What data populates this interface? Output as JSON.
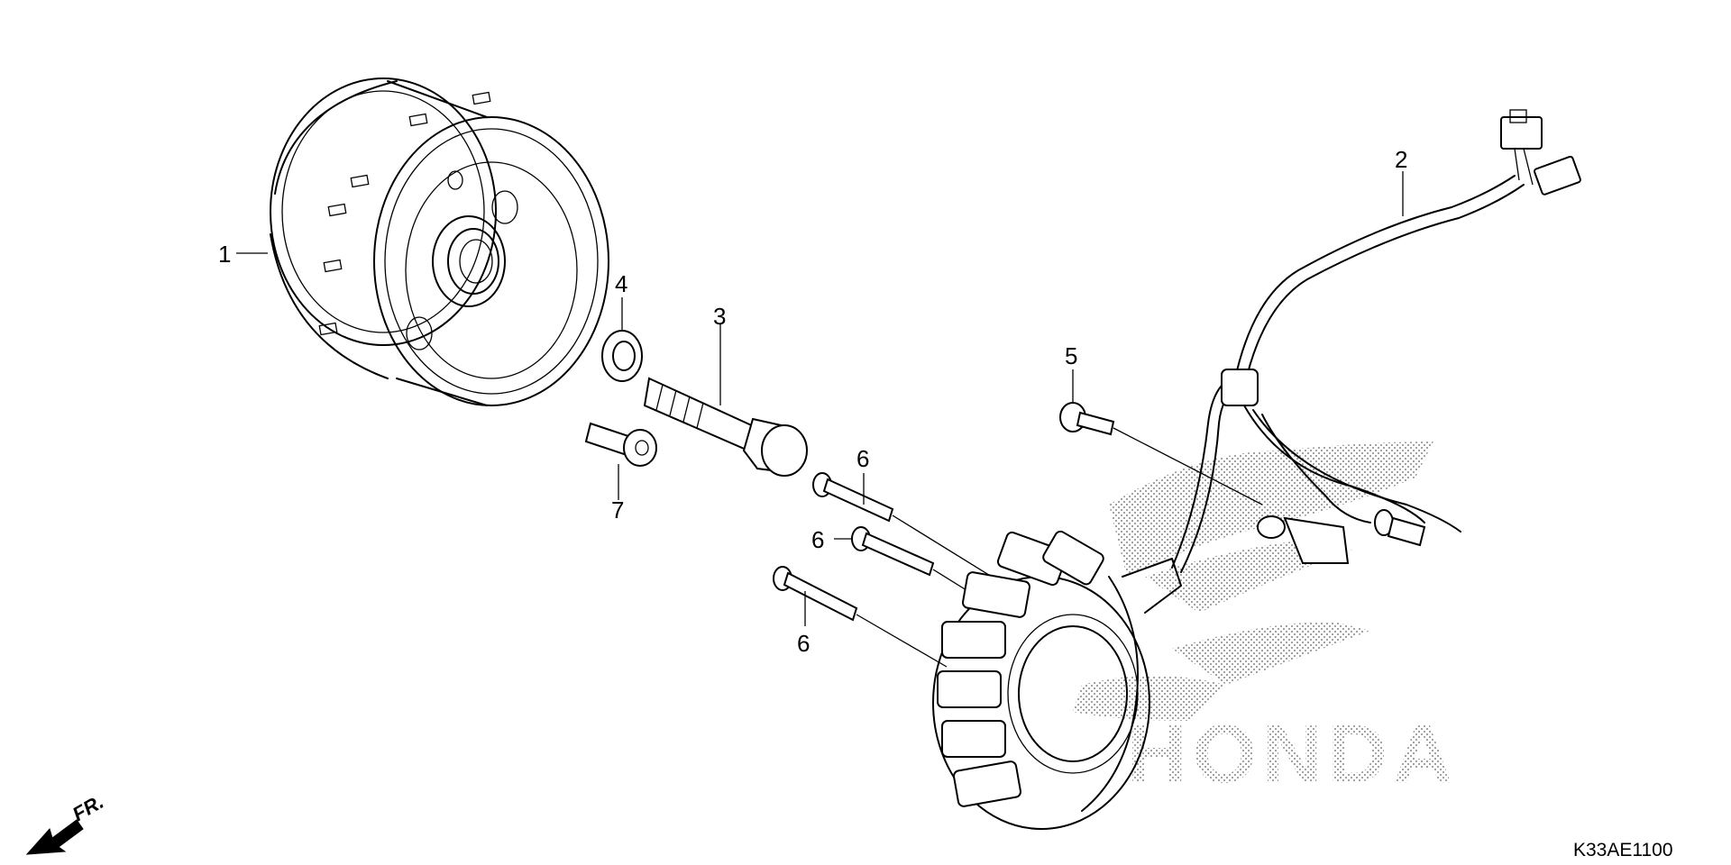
{
  "diagram": {
    "drawing_code": "K33AE1100",
    "direction_label": "FR.",
    "callouts": [
      {
        "id": "callout-1",
        "label": "1"
      },
      {
        "id": "callout-2",
        "label": "2"
      },
      {
        "id": "callout-3",
        "label": "3"
      },
      {
        "id": "callout-4",
        "label": "4"
      },
      {
        "id": "callout-5",
        "label": "5"
      },
      {
        "id": "callout-6a",
        "label": "6"
      },
      {
        "id": "callout-6b",
        "label": "6"
      },
      {
        "id": "callout-6c",
        "label": "6"
      },
      {
        "id": "callout-7",
        "label": "7"
      }
    ]
  },
  "watermark": {
    "text": "HONDA"
  },
  "colors": {
    "line": "#000000",
    "background": "#ffffff",
    "watermark_dots": "#b0b0b0"
  }
}
